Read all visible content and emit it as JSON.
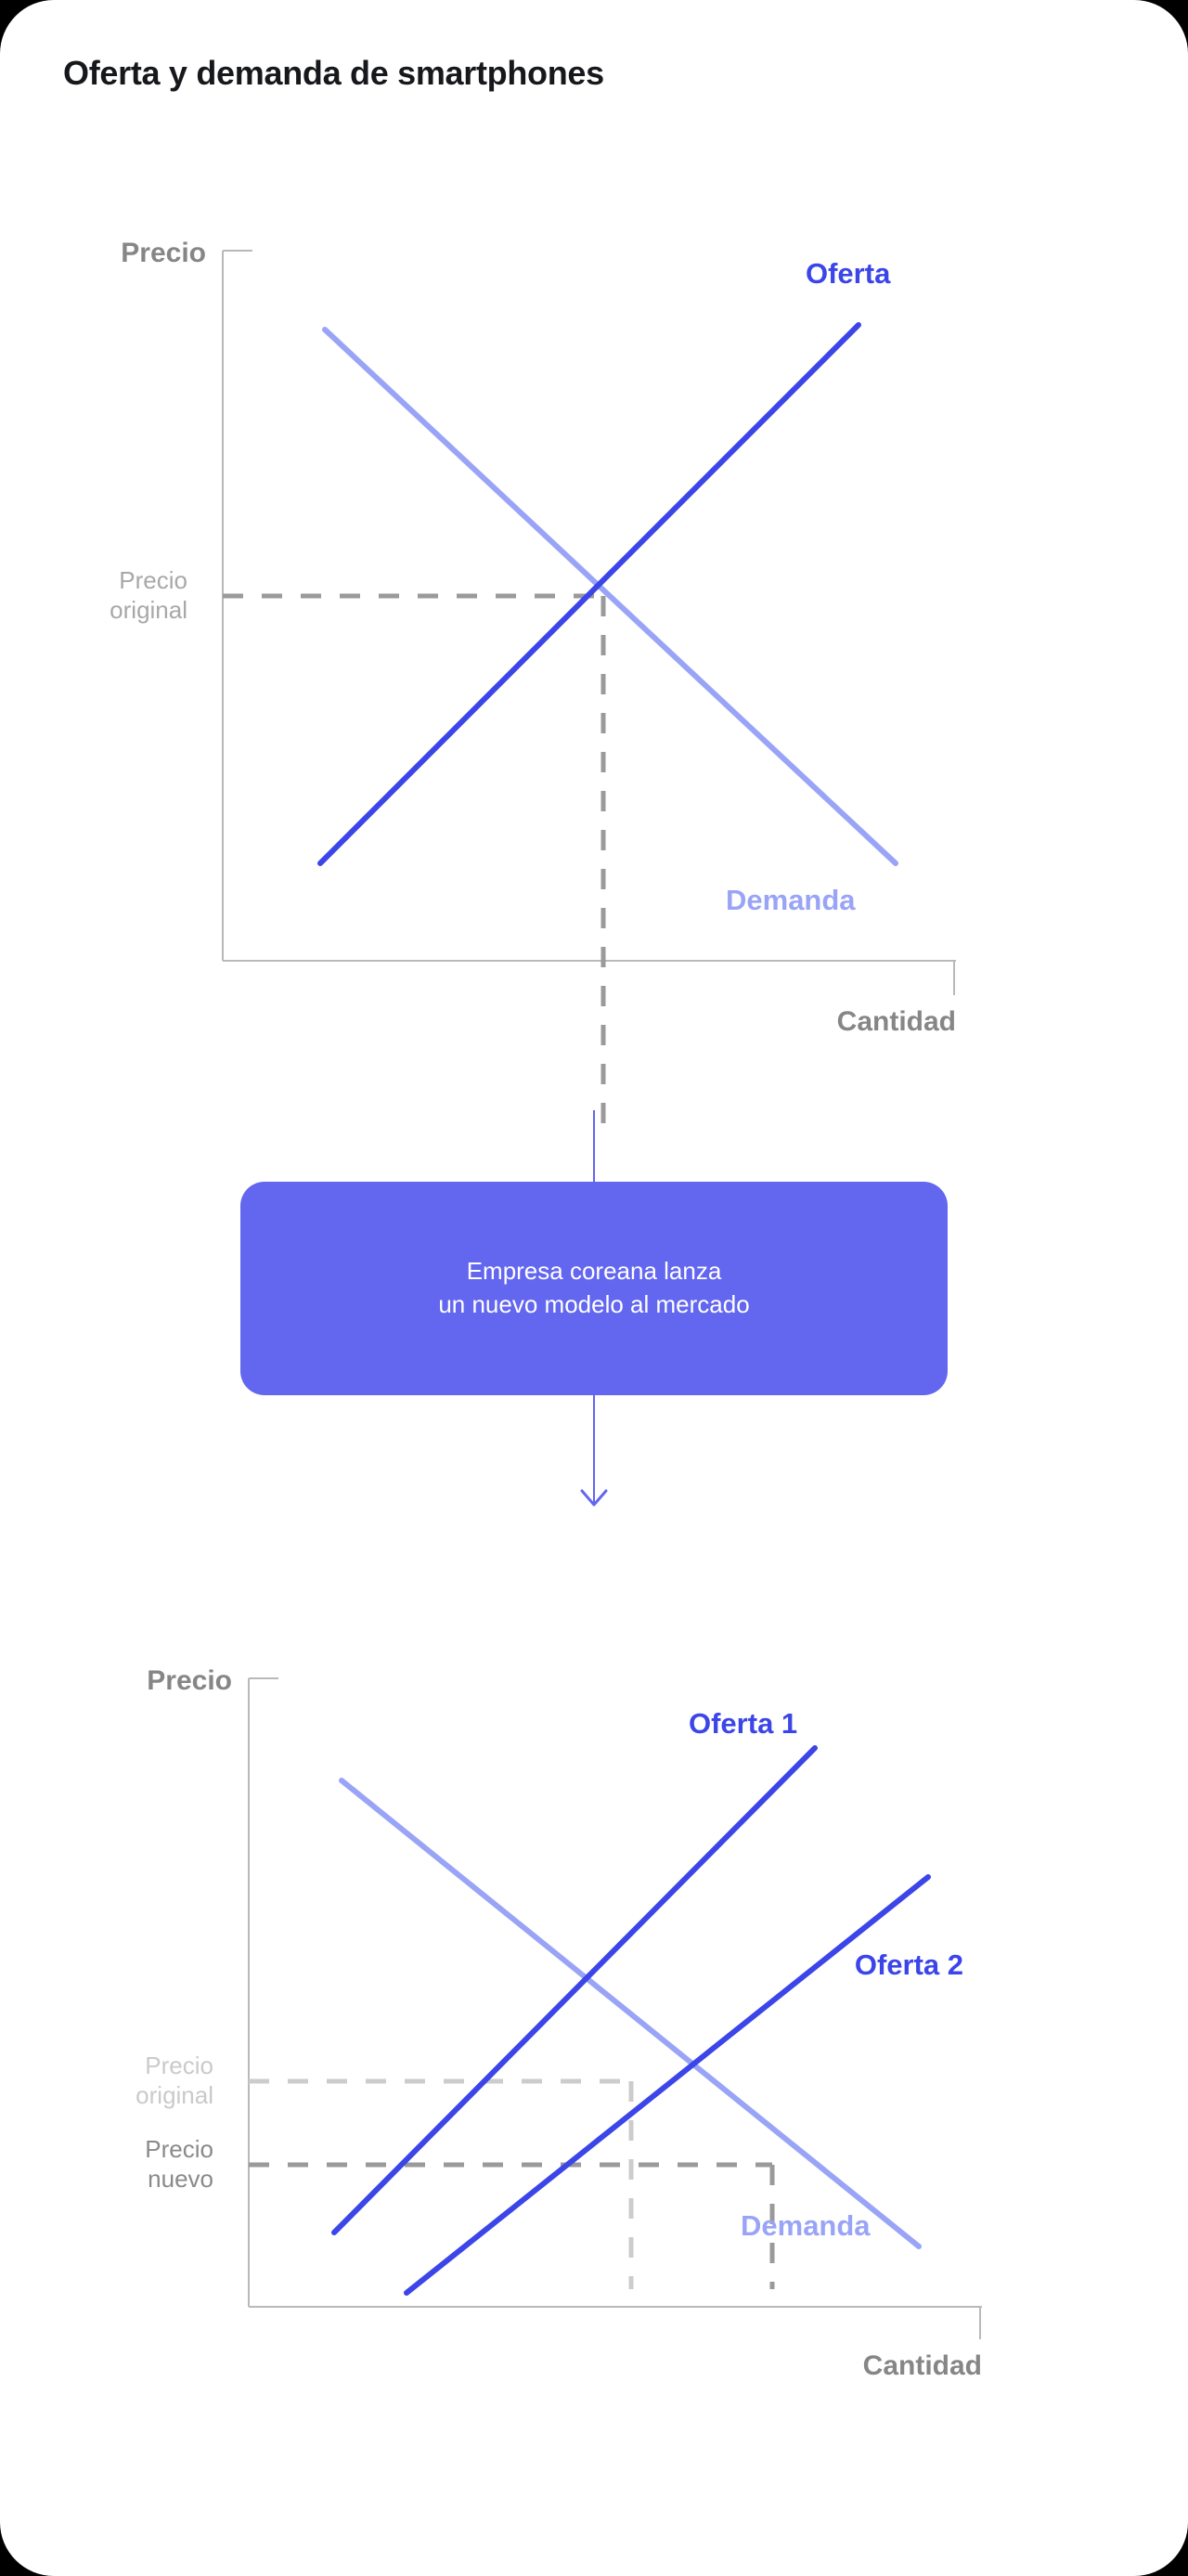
{
  "page": {
    "title": "Oferta y demanda de smartphones",
    "background": "#ffffff",
    "title_color": "#17181c"
  },
  "colors": {
    "supply": "#3b45e8",
    "demand": "#9aa4f7",
    "box": "#6366ef",
    "axis": "#b9b9b9",
    "label_dark": "#808080",
    "label_light": "#c9c9c9",
    "label_mid": "#8a8a8a"
  },
  "flow": {
    "line1": "Empresa coreana lanza",
    "line2": "un nuevo modelo al mercado",
    "arrow_icon": "arrow-down-icon"
  },
  "chart_data": [
    {
      "id": "chart-1",
      "type": "line",
      "title": "Oferta y demanda de smartphones",
      "xlabel": "Cantidad",
      "ylabel": "Precio",
      "xlim": [
        0,
        100
      ],
      "ylim": [
        0,
        100
      ],
      "grid": false,
      "legend": "inline-annotations",
      "annotations": [
        {
          "name": "Oferta",
          "color": "#3b45e8",
          "x": 80,
          "y": 93
        },
        {
          "name": "Demanda",
          "color": "#9aa4f7",
          "x": 80,
          "y": 11
        }
      ],
      "axis_markers": [
        {
          "name": "Precio original",
          "axis": "y",
          "value": 52,
          "color": "#8a8a8a",
          "style": "dashed"
        }
      ],
      "series": [
        {
          "name": "Oferta",
          "color": "#3b45e8",
          "x": [
            16,
            88
          ],
          "y": [
            18,
            85
          ]
        },
        {
          "name": "Demanda",
          "color": "#9aa4f7",
          "x": [
            16,
            94
          ],
          "y": [
            85,
            16
          ]
        }
      ],
      "equilibrium": {
        "x": 52,
        "y": 52
      }
    },
    {
      "id": "chart-2",
      "type": "line",
      "title": "",
      "xlabel": "Cantidad",
      "ylabel": "Precio",
      "xlim": [
        0,
        100
      ],
      "ylim": [
        0,
        100
      ],
      "grid": false,
      "legend": "inline-annotations",
      "annotations": [
        {
          "name": "Oferta 1",
          "color": "#3b45e8",
          "x": 62,
          "y": 95
        },
        {
          "name": "Oferta 2",
          "color": "#3b45e8",
          "x": 97,
          "y": 60
        },
        {
          "name": "Demanda",
          "color": "#9aa4f7",
          "x": 82,
          "y": 8
        }
      ],
      "axis_markers": [
        {
          "name": "Precio original",
          "axis": "y",
          "value": 52,
          "color": "#c9c9c9",
          "style": "dashed"
        },
        {
          "name": "Precio nuevo",
          "axis": "y",
          "value": 39,
          "color": "#8a8a8a",
          "style": "dashed"
        }
      ],
      "series": [
        {
          "name": "Oferta 1",
          "color": "#3b45e8",
          "x": [
            12,
            78
          ],
          "y": [
            16,
            87
          ]
        },
        {
          "name": "Oferta 2",
          "color": "#3b45e8",
          "x": [
            23,
            92
          ],
          "y": [
            8,
            76
          ]
        },
        {
          "name": "Demanda",
          "color": "#9aa4f7",
          "x": [
            14,
            86
          ],
          "y": [
            90,
            15
          ]
        }
      ],
      "equilibria": [
        {
          "name": "original",
          "x": 45,
          "y": 52
        },
        {
          "name": "nuevo",
          "x": 57,
          "y": 39
        }
      ]
    }
  ],
  "chart1_labels": {
    "ylabel": "Precio",
    "xlabel": "Cantidad",
    "supply": "Oferta",
    "demand": "Demanda",
    "price_line1": "Precio",
    "price_line2": "original"
  },
  "chart2_labels": {
    "ylabel": "Precio",
    "xlabel": "Cantidad",
    "supply1": "Oferta 1",
    "supply2": "Oferta 2",
    "demand": "Demanda",
    "price_orig_line1": "Precio",
    "price_orig_line2": "original",
    "price_new_line1": "Precio",
    "price_new_line2": "nuevo"
  }
}
